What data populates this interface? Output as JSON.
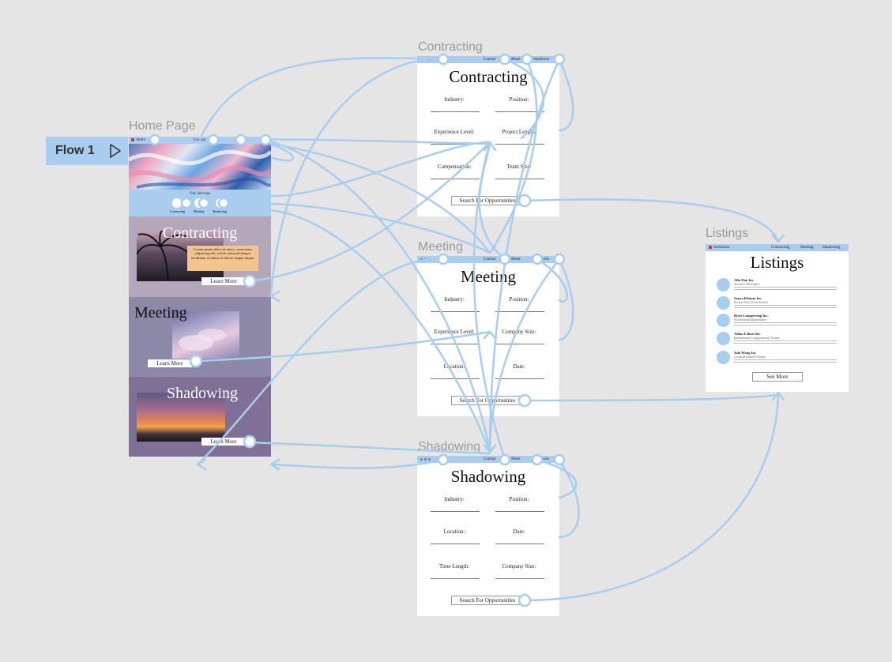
{
  "flow": {
    "label": "Flow 1",
    "icon": "play-icon"
  },
  "home": {
    "frame_label": "Home Page",
    "nav": {
      "logo": "StuSo",
      "links": [
        "Contrac",
        "Meeting",
        "Shadowing"
      ]
    },
    "services": {
      "heading": "Our Services",
      "items": [
        "Contracting",
        "Meeting",
        "Shadowing"
      ]
    },
    "contracting": {
      "title": "Contracting",
      "body": "Lorem ipsum dolor sit amet, consectetur adipiscing elit, sed do eiusmod tempor incididunt ut labore et dolore magna aliqua.",
      "button": "Learn More"
    },
    "meeting": {
      "title": "Meeting",
      "button": "Learn More"
    },
    "shadowing": {
      "title": "Shadowing",
      "button": "Learn More"
    }
  },
  "contracting": {
    "frame_label": "Contracting",
    "nav": {
      "links": [
        "Contrac",
        "Meeti",
        "Shadowin"
      ]
    },
    "title": "Contracting",
    "fields": [
      "Industry:",
      "Position:",
      "Experience Level:",
      "Project Length:",
      "Compensation:",
      "Team Size:"
    ],
    "button": "Search For Opportunities"
  },
  "meeting": {
    "frame_label": "Meeting",
    "nav": {
      "links": [
        "Contrac",
        "Meeti",
        "Shadowin"
      ]
    },
    "title": "Meeting",
    "fields": [
      "Industry:",
      "Position:",
      "Experience Level:",
      "Company Size:",
      "Location:",
      "Date:"
    ],
    "button": "Search For Opportunities"
  },
  "shadowing": {
    "frame_label": "Shadowing",
    "nav": {
      "links": [
        "Contrac",
        "Meeti",
        "Shadowin"
      ]
    },
    "title": "Shadowing",
    "fields": [
      "Industry:",
      "Position:",
      "Location:",
      "Date:",
      "Time Length:",
      "Company Size:"
    ],
    "button": "Search For Opportunities"
  },
  "listings": {
    "frame_label": "Listings",
    "nav": {
      "logo": "StuSource",
      "links": [
        "Contracting",
        "Meeting",
        "Shadowing"
      ]
    },
    "title": "Listings",
    "items": [
      {
        "name": "Alfa Dan Inc",
        "role": "Software Developer"
      },
      {
        "name": "Sanya Khanta Inc",
        "role": "Recipe Wiro (Sous Studio)"
      },
      {
        "name": "Bytes Lamperring Inc.",
        "role": "Professional Maintenance"
      },
      {
        "name": "Adam Lehart Inc",
        "role": "International Computational Trainer"
      },
      {
        "name": "Jula Wong Inc",
        "role": "Certified Insured Whaler"
      }
    ],
    "button": "See More"
  },
  "colors": {
    "canvas": "#e5e5e5",
    "accent": "#a9cdef",
    "wire": "#a9cdef",
    "hero_lavender": "#b5a7bb",
    "meeting_bg": "#8c88a8",
    "shadow_bg": "#7f7196",
    "note_bg": "#f3c48d"
  }
}
